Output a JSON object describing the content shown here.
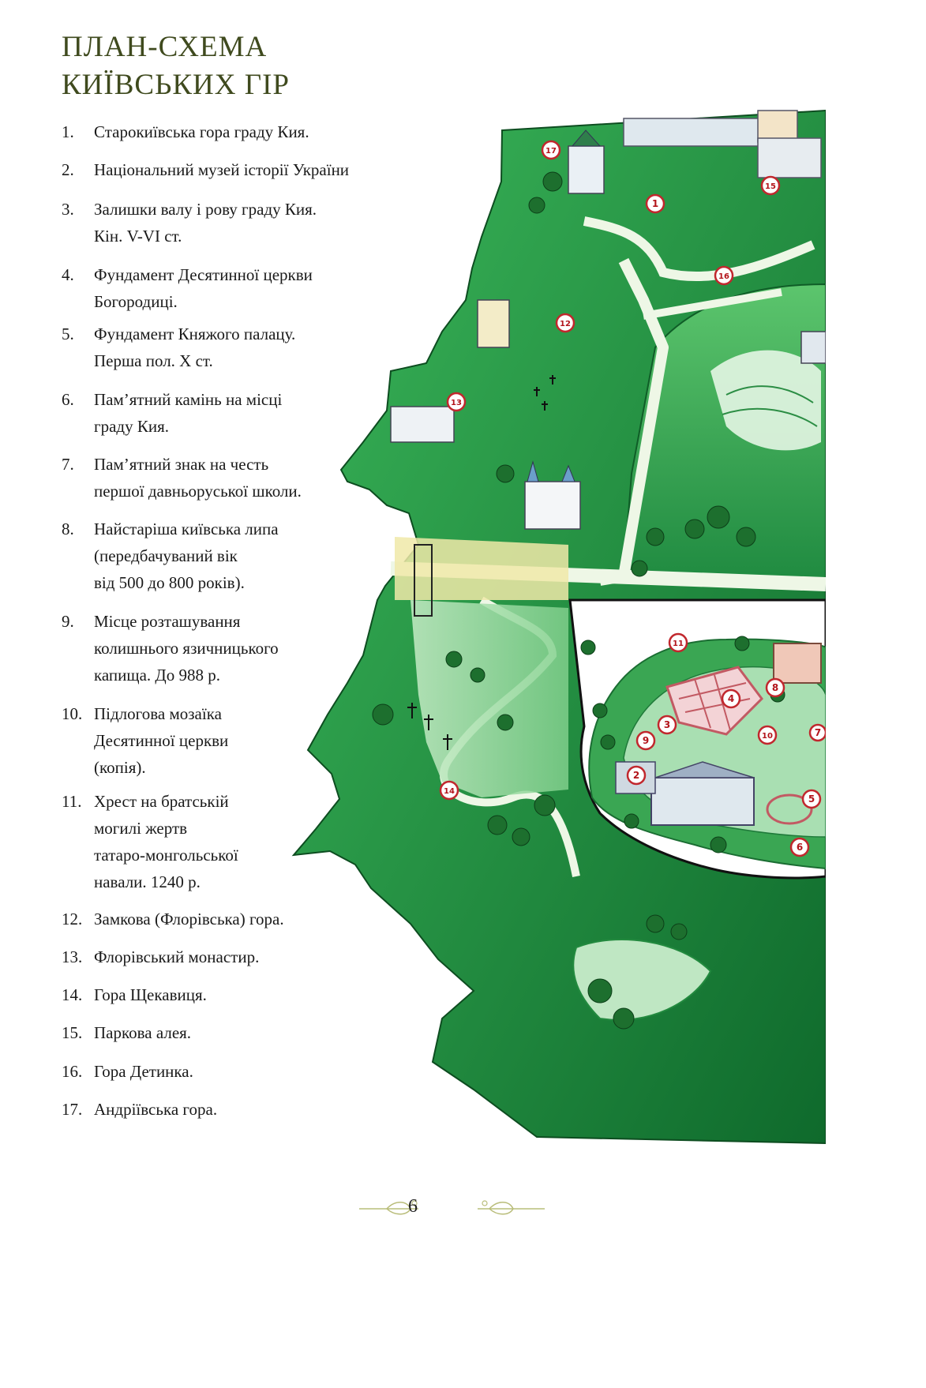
{
  "title": {
    "line1": "ПЛАН-СХЕМА",
    "line2": "КИЇВСЬКИХ ГІР"
  },
  "legend": [
    {
      "num": "1.",
      "lines": [
        "Старокиївська гора граду Кия."
      ]
    },
    {
      "num": "2.",
      "lines": [
        "Національний музей історії України"
      ]
    },
    {
      "num": "3.",
      "lines": [
        "Залишки валу і рову граду Кия.",
        "Кін. V-VI ст."
      ]
    },
    {
      "num": "4.",
      "lines": [
        "Фундамент Десятинної церкви",
        "Богородиці."
      ]
    },
    {
      "num": "5.",
      "lines": [
        "Фундамент Княжого палацу.",
        "Перша пол. X ст."
      ]
    },
    {
      "num": "6.",
      "lines": [
        "Пам’ятний камінь на місці",
        "граду Кия."
      ]
    },
    {
      "num": "7.",
      "lines": [
        "Пам’ятний знак на честь",
        "першої давньоруської школи."
      ]
    },
    {
      "num": "8.",
      "lines": [
        "Найстаріша київська липа",
        "(передбачуваний вік",
        "від 500 до 800 років)."
      ]
    },
    {
      "num": "9.",
      "lines": [
        "Місце розташування",
        "колишнього язичницького",
        "капища. До 988 р."
      ]
    },
    {
      "num": "10.",
      "lines": [
        "Підлогова мозаїка",
        "Десятинної церкви",
        "(копія)."
      ]
    },
    {
      "num": "11.",
      "lines": [
        "Хрест на  братській",
        "могилі жертв",
        "татаро-монгольської",
        "навали. 1240 р."
      ]
    },
    {
      "num": "12.",
      "lines": [
        "Замкова (Флорівська) гора."
      ]
    },
    {
      "num": "13.",
      "lines": [
        "Флорівський монастир."
      ]
    },
    {
      "num": "14.",
      "lines": [
        "Гора Щекавиця."
      ]
    },
    {
      "num": "15.",
      "lines": [
        "Паркова алея."
      ]
    },
    {
      "num": "16.",
      "lines": [
        "Гора Детинка."
      ]
    },
    {
      "num": "17.",
      "lines": [
        "Андріївська гора."
      ]
    }
  ],
  "map_markers": [
    "1",
    "2",
    "3",
    "4",
    "5",
    "6",
    "7",
    "8",
    "9",
    "10",
    "11",
    "12",
    "13",
    "14",
    "15",
    "16",
    "17"
  ],
  "page_number": "6",
  "colors": {
    "title": "#3f4a1e",
    "grass_dark": "#1f7a3a",
    "grass_mid": "#2fa04d",
    "grass_light": "#9fd9a0",
    "road": "#e8f3df",
    "marker_fill": "#ffffff",
    "marker_stroke": "#c1272d",
    "marker_text": "#b3141b"
  }
}
